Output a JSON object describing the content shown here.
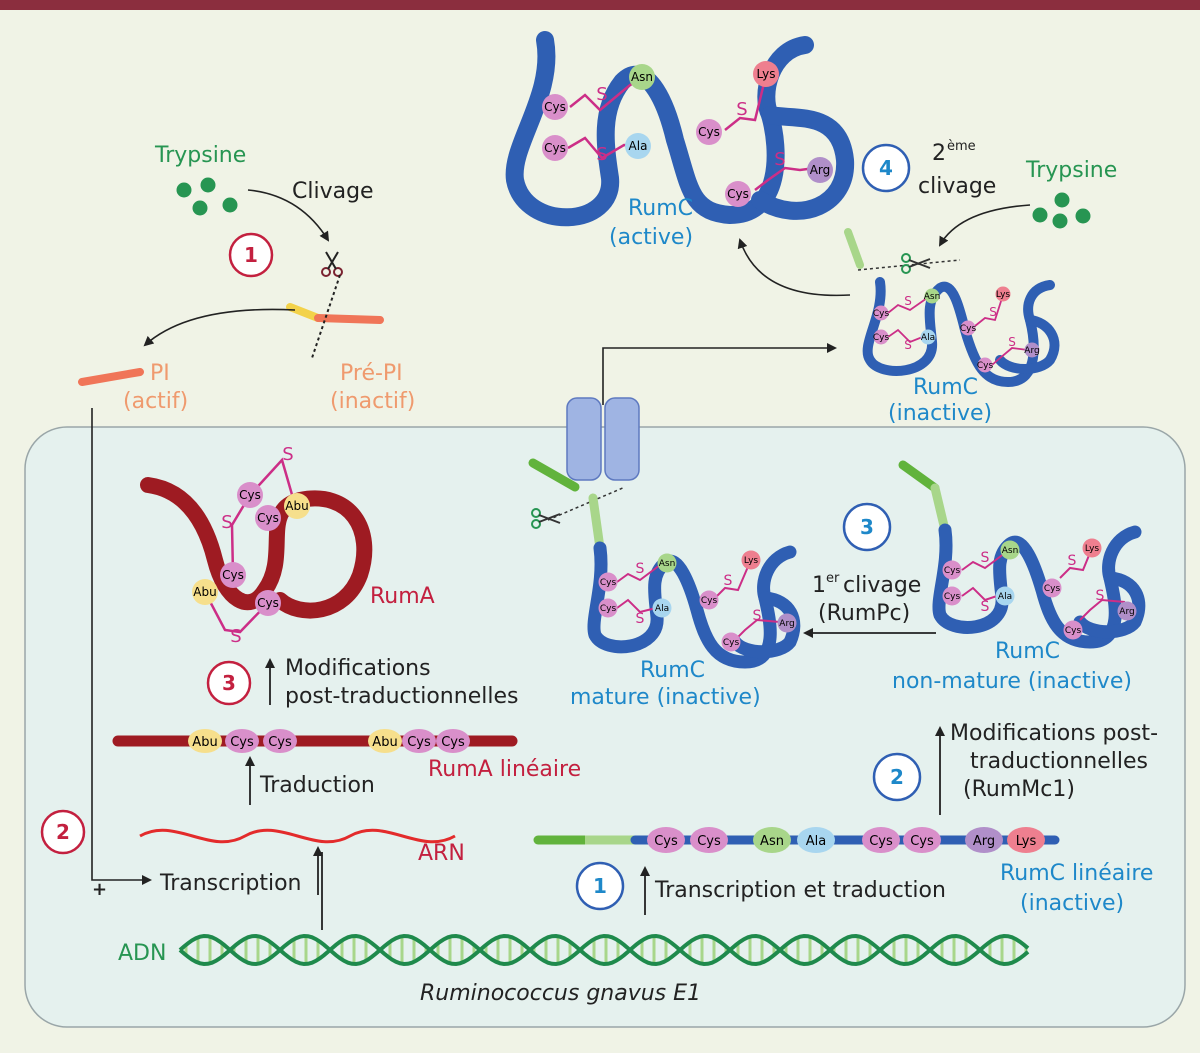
{
  "colors": {
    "bg": "#f0f3e6",
    "cell": "#e5f1ee",
    "topbar": "#8b2e3e",
    "rum_blue": "#2f5fb3",
    "rum_red": "#9e1b22",
    "green": "#279552",
    "label_blue": "#1e88c9",
    "label_red": "#c3203f",
    "label_orange": "#ef9a6e",
    "residue_cys": "#d98fca",
    "residue_asn": "#a8d68a",
    "residue_ala": "#a8d6ef",
    "residue_lys": "#ee7f8f",
    "residue_arg": "#b08fc9",
    "residue_abu": "#f6df8c",
    "bond": "#cc2e87"
  },
  "labels": {
    "trypsine_top": "Trypsine",
    "clivage": "Clivage",
    "pi": "PI",
    "actif": "(actif)",
    "pre_pi": "Pré-PI",
    "inactif": "(inactif)",
    "rumc_active_1": "RumC",
    "rumc_active_2": "(active)",
    "second_exp": "ème",
    "second_base": "2",
    "second_clivage": "clivage",
    "trypsine_right": "Trypsine",
    "rumc_inactive_1": "RumC",
    "rumc_inactive_2": "(inactive)",
    "ruma": "RumA",
    "modifs_1": "Modifications",
    "modifs_2": "post-traductionnelles",
    "ruma_lineaire": "RumA linéaire",
    "traduction": "Traduction",
    "arn": "ARN",
    "transcription": "Transcription",
    "plus": "+",
    "adn": "ADN",
    "organism": "Ruminococcus gnavus E1",
    "first_clivage_base": "1",
    "first_clivage_exp": "er",
    "first_clivage_word": "clivage",
    "rumpc": "(RumPc)",
    "rumc_mature_1": "RumC",
    "rumc_mature_2": "mature (inactive)",
    "rumc_nonmature_1": "RumC",
    "rumc_nonmature_2": "non-mature (inactive)",
    "modifs_post_1": "Modifications post-",
    "modifs_post_2": "traductionnelles",
    "rummc1": "(RumMc1)",
    "rumc_lineaire_1": "RumC linéaire",
    "rumc_lineaire_2": "(inactive)",
    "transcription_traduction": "Transcription et traduction",
    "s": "S"
  },
  "steps": {
    "red_1": "1",
    "red_2": "2",
    "red_3": "3",
    "blue_1": "1",
    "blue_2": "2",
    "blue_3": "3",
    "blue_4": "4"
  },
  "residues": {
    "cys": "Cys",
    "asn": "Asn",
    "ala": "Ala",
    "lys": "Lys",
    "arg": "Arg",
    "abu": "Abu"
  },
  "ruma_linear_residues": [
    "Abu",
    "Cys",
    "Cys",
    "Abu",
    "Cys",
    "Cys"
  ],
  "rumc_linear_residues": [
    "Cys",
    "Cys",
    "Asn",
    "Ala",
    "Cys",
    "Cys",
    "Arg",
    "Lys"
  ]
}
